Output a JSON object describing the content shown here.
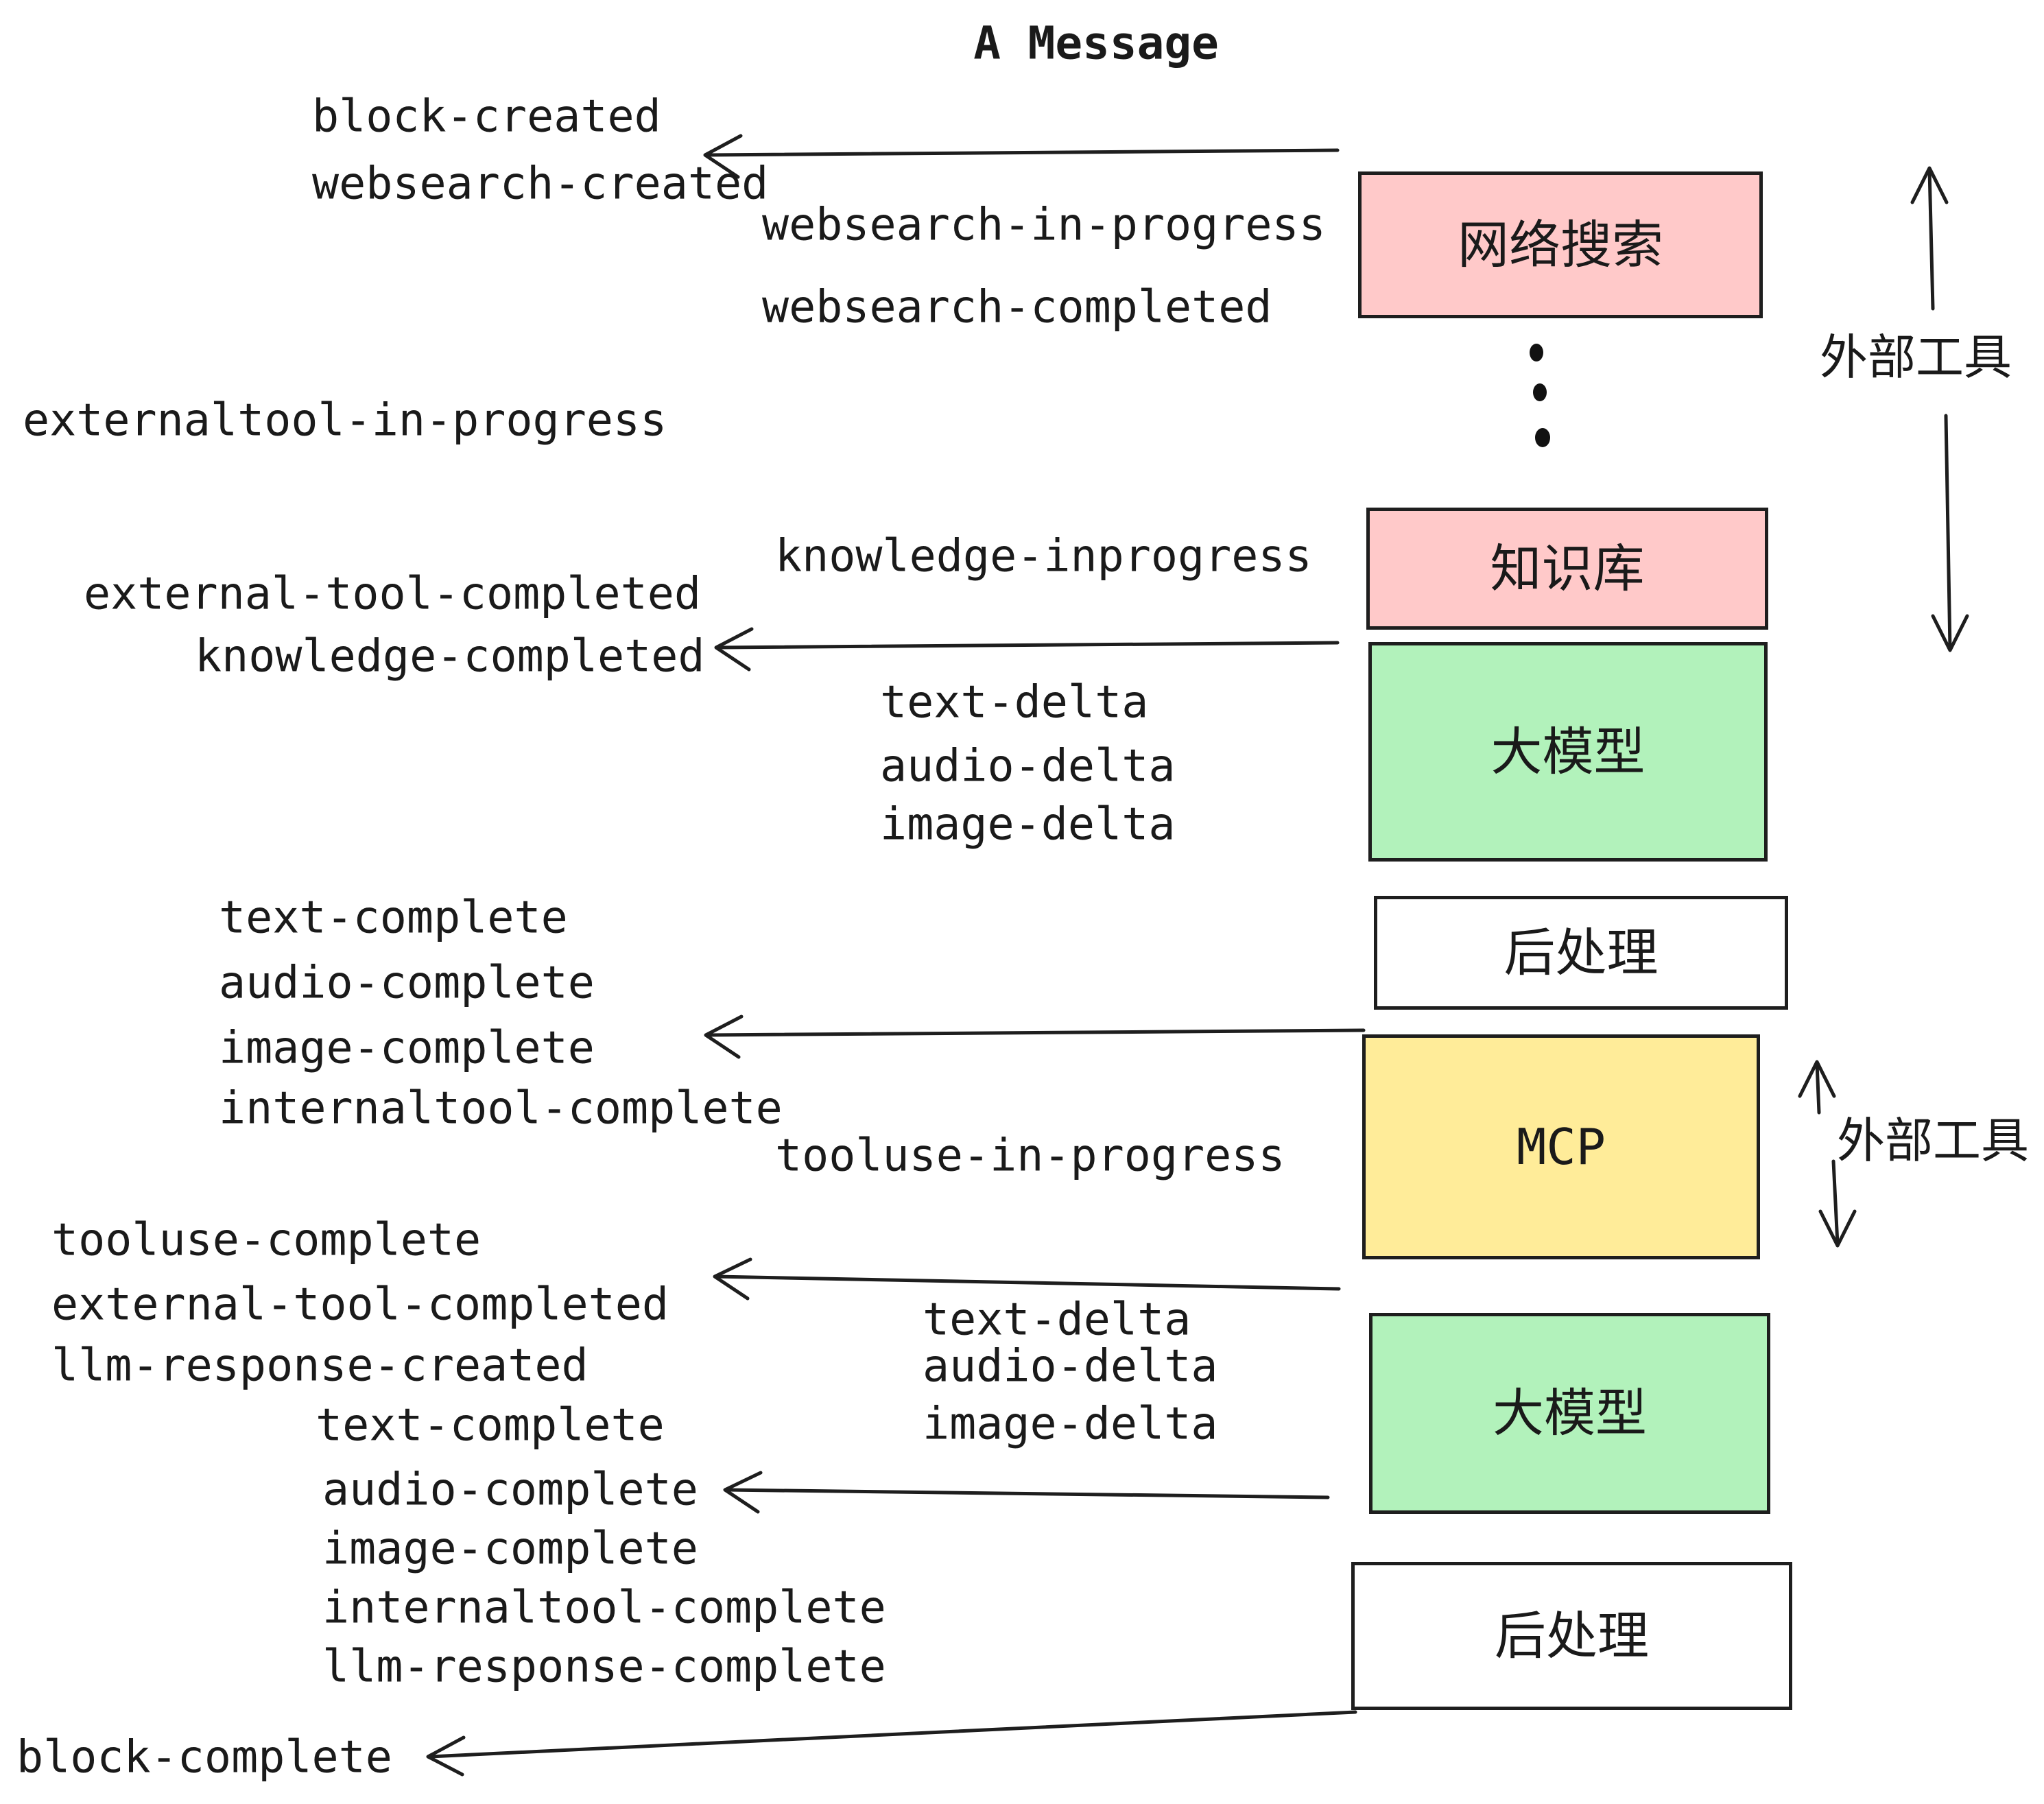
{
  "title": "A Message",
  "labels": {
    "block_created": "block-created",
    "websearch_created": "websearch-created",
    "websearch_in_progress": "websearch-in-progress",
    "websearch_completed": "websearch-completed",
    "externaltool_in_progress": "externaltool-in-progress",
    "knowledge_inprogress": "knowledge-inprogress",
    "external_tool_completed_1": "external-tool-completed",
    "knowledge_completed": "knowledge-completed",
    "text_delta_1": "text-delta",
    "audio_delta_1": "audio-delta",
    "image_delta_1": "image-delta",
    "text_complete_1": "text-complete",
    "audio_complete_1": "audio-complete",
    "image_complete_1": "image-complete",
    "internaltool_complete_1": "internaltool-complete",
    "tooluse_in_progress": "tooluse-in-progress",
    "tooluse_complete": "tooluse-complete",
    "external_tool_completed_2": "external-tool-completed",
    "llm_response_created": "llm-response-created",
    "text_complete_2": "text-complete",
    "audio_complete_2": "audio-complete",
    "image_complete_2": "image-complete",
    "internaltool_complete_2": "internaltool-complete",
    "llm_response_complete": "llm-response-complete",
    "block_complete": "block-complete",
    "text_delta_2": "text-delta",
    "audio_delta_2": "audio-delta",
    "image_delta_2": "image-delta"
  },
  "boxes": {
    "websearch": {
      "label": "网络搜索",
      "fill": "#ffc9c9"
    },
    "knowledge": {
      "label": "知识库",
      "fill": "#ffc9c9"
    },
    "llm1": {
      "label": "大模型",
      "fill": "#b2f2bb"
    },
    "post1": {
      "label": "后处理",
      "fill": "#ffffff"
    },
    "mcp": {
      "label": "MCP",
      "fill": "#ffec99"
    },
    "llm2": {
      "label": "大模型",
      "fill": "#b2f2bb"
    },
    "post2": {
      "label": "后处理",
      "fill": "#ffffff"
    }
  },
  "side_labels": {
    "external_tools_top": "外部工具",
    "external_tools_mcp": "外部工具"
  },
  "colors": {
    "ink": "#1a1a1a",
    "border": "#1e1e1e",
    "pink": "#ffc9c9",
    "green": "#b2f2bb",
    "yellow": "#ffec99"
  }
}
